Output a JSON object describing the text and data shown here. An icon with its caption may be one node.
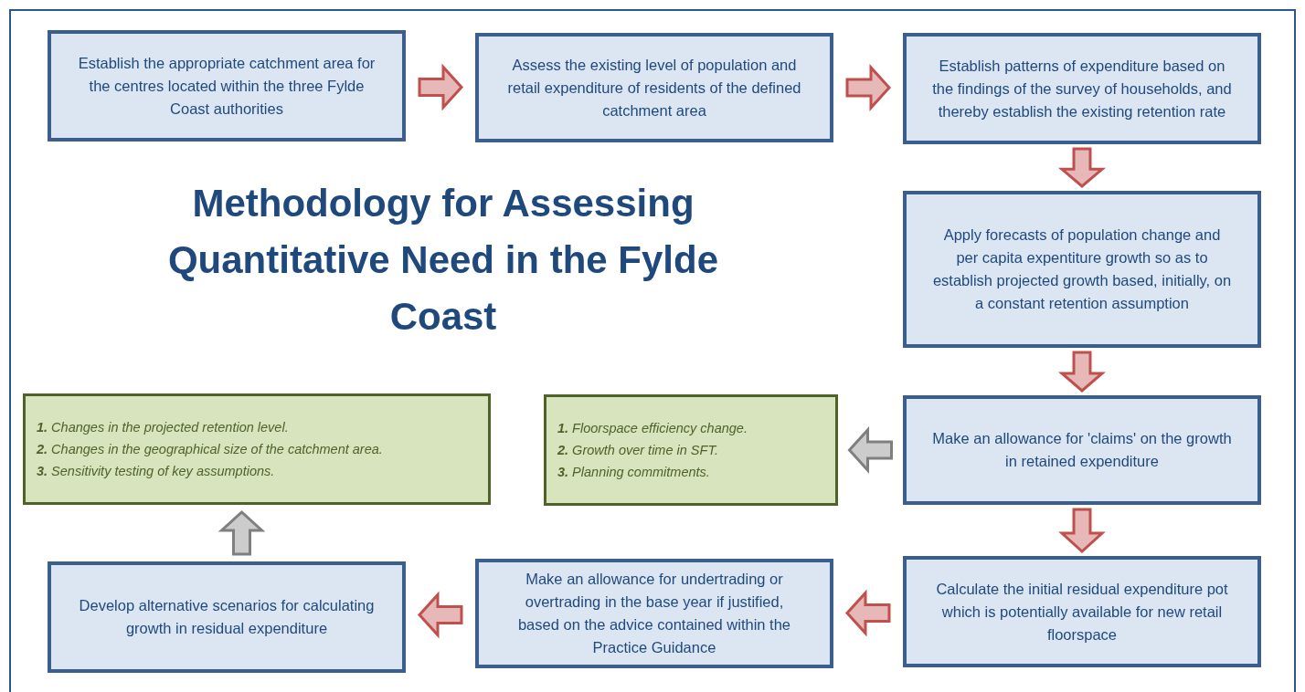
{
  "diagram": {
    "title": "Methodology for Assessing Quantitative Need in the Fylde Coast",
    "nodes": [
      {
        "text": [
          "Establish the appropriate catchment area for the centres located within the three Fylde Coast authorities"
        ]
      },
      {
        "text": [
          "Assess the existing level of population and retail expenditure of residents of the defined catchment area"
        ]
      },
      {
        "text": [
          "Establish patterns of expenditure based on the findings of the survey of households, and thereby establish the existing retention rate"
        ]
      },
      {
        "text": [
          "Apply forecasts of population change and per capita expentiture growth so as to establish projected growth based, initially, on a constant retention assumption"
        ]
      },
      {
        "text": [
          "Make an allowance for 'claims' on the growth in retained expenditure"
        ]
      },
      {
        "text": [
          "Calculate the initial residual expenditure pot which is potentially available for new retail floorspace"
        ]
      },
      {
        "text": [
          "Make an allowance for undertrading or overtrading in the base year if justified, based on the advice contained within the Practice Guidance"
        ]
      },
      {
        "text": [
          "Develop alternative scenarios for calculating growth in residual expenditure"
        ]
      },
      {
        "text": [
          "**1.** Changes in the projected retention level.",
          "**2.** Changes in the geographical size of the catchment area.",
          "**3.** Sensitivity testing of key assumptions."
        ]
      },
      {
        "text": [
          "**1.** Floorspace efficiency change.",
          "**2.** Growth over time in SFT.",
          "**3.** Planning commitments."
        ]
      }
    ],
    "edges": [
      {
        "from": 0,
        "to": 1,
        "arrow": "to"
      },
      {
        "from": 1,
        "to": 2,
        "arrow": "to"
      },
      {
        "from": 2,
        "to": 3,
        "arrow": "to"
      },
      {
        "from": 3,
        "to": 4,
        "arrow": "to"
      },
      {
        "from": 4,
        "to": 9,
        "arrow": "to",
        "color": "#7f7f7f"
      },
      {
        "from": 4,
        "to": 5,
        "arrow": "to"
      },
      {
        "from": 5,
        "to": 6,
        "arrow": "to"
      },
      {
        "from": 6,
        "to": 7,
        "arrow": "to"
      },
      {
        "from": 7,
        "to": 8,
        "arrow": "to",
        "color": "#7f7f7f"
      }
    ]
  }
}
